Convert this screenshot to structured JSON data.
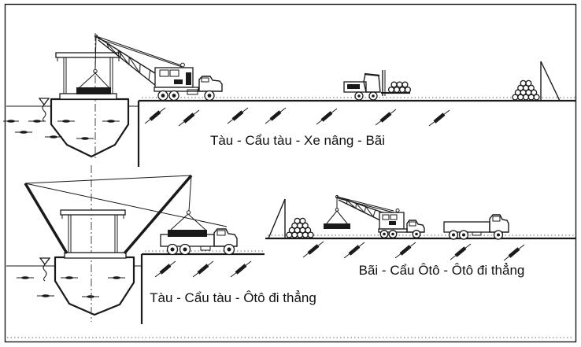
{
  "captions": {
    "scheme1": "Tàu - Cẩu tàu - Xe nâng - Bãi",
    "scheme2": "Tàu - Cẩu tàu - Ôtô đi thẳng",
    "scheme3": "Bãi - Cẩu Ôtô - Ôtô đi thẳng"
  },
  "colors": {
    "line": "#1a1a1a",
    "background": "#ffffff",
    "dark_fill": "#1a1a1a"
  }
}
